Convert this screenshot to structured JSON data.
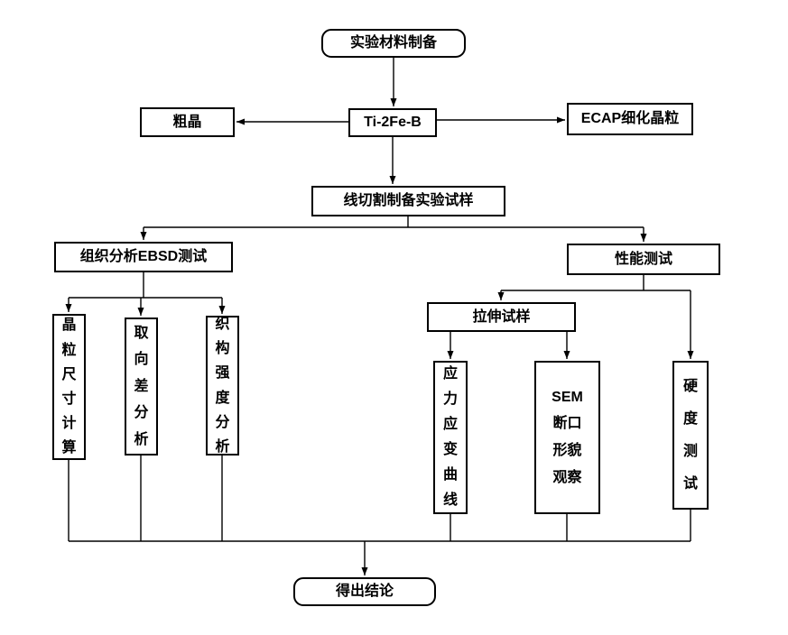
{
  "colors": {
    "line": "#000000",
    "box_border": "#000000",
    "background": "#ffffff",
    "text": "#000000"
  },
  "nodes": {
    "prep": {
      "label": "实验材料制备"
    },
    "material": {
      "label": "Ti-2Fe-B"
    },
    "coarse": {
      "label": "粗晶"
    },
    "ecap": {
      "label": "ECAP细化晶粒"
    },
    "wirecut": {
      "label": "线切割制备实验试样"
    },
    "ebsd": {
      "label": "组织分析EBSD测试"
    },
    "performance": {
      "label": "性能测试"
    },
    "grain": {
      "label": "晶粒尺寸计算"
    },
    "orientation": {
      "label": "取向差分析"
    },
    "texture": {
      "label": "织构强度分析"
    },
    "tensile": {
      "label": "拉伸试样"
    },
    "stress": {
      "label": "应力应变曲线"
    },
    "sem": {
      "label": "SEM\n断口\n形貌\n观察"
    },
    "hardness": {
      "label": "硬度测试"
    },
    "conclusion": {
      "label": "得出结论"
    }
  }
}
